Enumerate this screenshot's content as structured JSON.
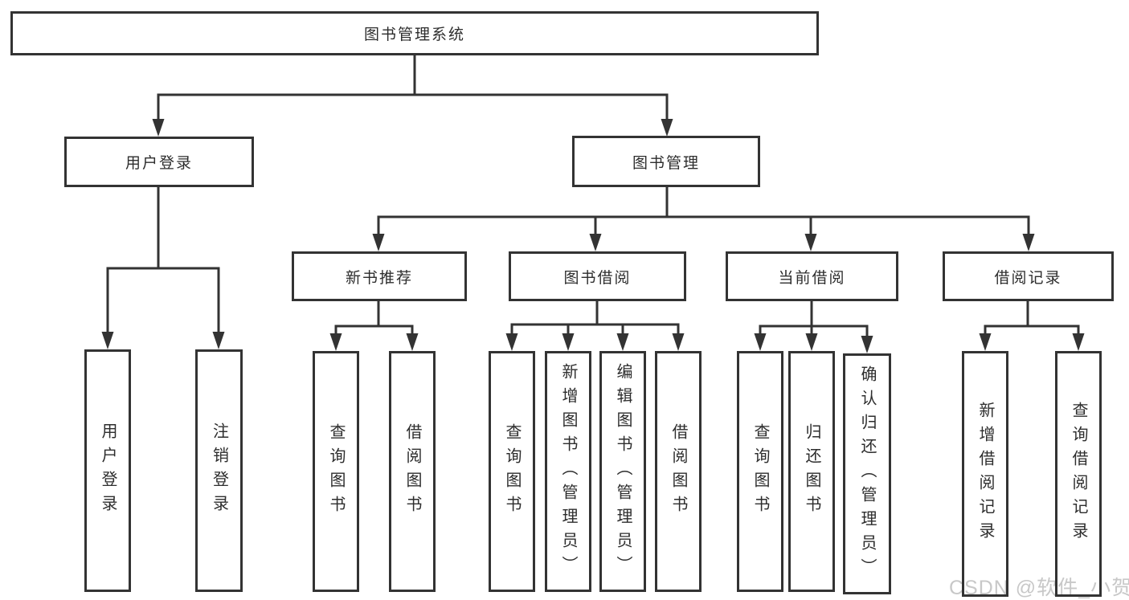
{
  "colors": {
    "line": "#333333",
    "fill": "#ffffff",
    "text": "#2d2d2d",
    "watermark": "#c8c8c8"
  },
  "watermark": "CSDN @软件_小贺同学",
  "tree": {
    "root": {
      "label": "图书管理系统"
    },
    "level2": [
      {
        "label": "用户登录",
        "children": [
          {
            "label": "用户登录"
          },
          {
            "label": "注销登录"
          }
        ]
      },
      {
        "label": "图书管理",
        "children": [
          {
            "label": "新书推荐",
            "children": [
              {
                "label": "查询图书"
              },
              {
                "label": "借阅图书"
              }
            ]
          },
          {
            "label": "图书借阅",
            "children": [
              {
                "label": "查询图书"
              },
              {
                "label": "新增图书（管理员）"
              },
              {
                "label": "编辑图书（管理员）"
              },
              {
                "label": "借阅图书"
              }
            ]
          },
          {
            "label": "当前借阅",
            "children": [
              {
                "label": "查询图书"
              },
              {
                "label": "归还图书"
              },
              {
                "label": "确认归还（管理员）"
              }
            ]
          },
          {
            "label": "借阅记录",
            "children": [
              {
                "label": "新增借阅记录"
              },
              {
                "label": "查询借阅记录"
              }
            ]
          }
        ]
      }
    ]
  }
}
